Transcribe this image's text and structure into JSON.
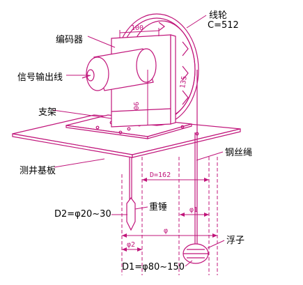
{
  "labels": {
    "encoder": "编码器",
    "signal_line": "信号输出线",
    "bracket": "支架",
    "base_plate": "测井基板",
    "pulley": "线轮",
    "pulley_c": "C=512",
    "wire_rope": "钢丝绳",
    "weight": "重锤",
    "d2": "D2=φ20~30",
    "float": "浮子",
    "d1": "D1=φ80~150"
  },
  "dimensions": {
    "w100": "100",
    "h90": "90",
    "r135": "135",
    "d162": "D=162",
    "phi1": "φ1",
    "phi": "φ",
    "phi2": "φ2"
  },
  "colors": {
    "line": "#c0147a",
    "text": "#000000",
    "background": "#ffffff"
  }
}
